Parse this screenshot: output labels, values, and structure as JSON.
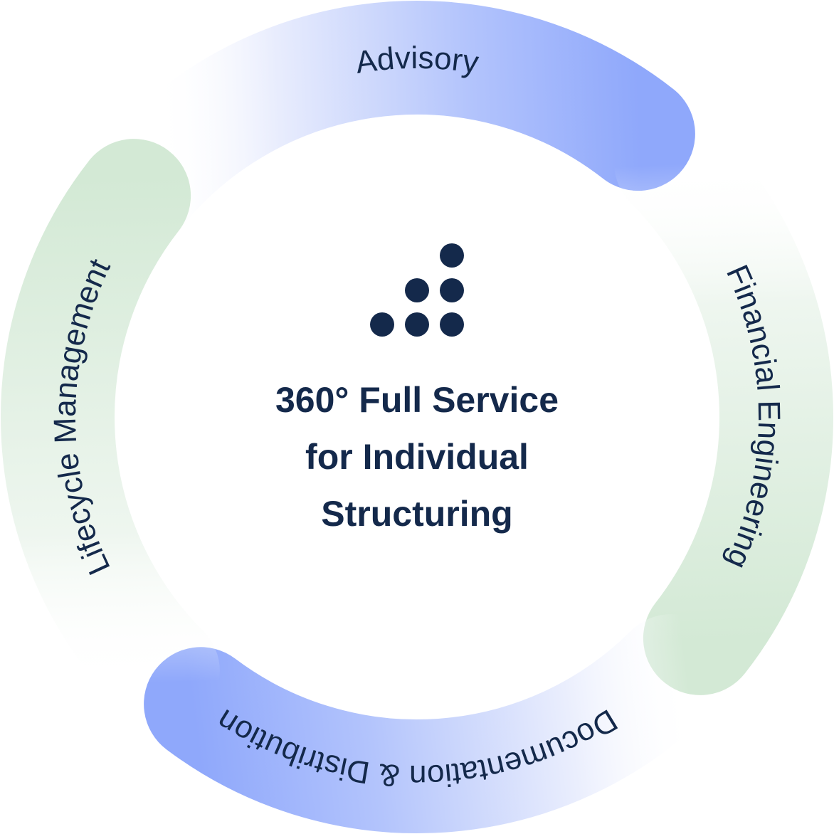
{
  "diagram": {
    "title_lines": [
      "360° Full Service",
      "for Individual",
      "Structuring"
    ],
    "logo_icon": "dot-triangle-logo-icon",
    "segments": [
      {
        "label": "Advisory",
        "color_start": "#ffffff",
        "color_end": "#8fa8fb",
        "text_color": "#14294b"
      },
      {
        "label": "Financial Engineering",
        "color_start": "#ffffff",
        "color_end": "#d3e9d5",
        "text_color": "#14294b"
      },
      {
        "label": "Documentation & Distribution",
        "color_start": "#ffffff",
        "color_end": "#8fa8fb",
        "text_color": "#14294b"
      },
      {
        "label": "Lifecycle Management",
        "color_start": "#ffffff",
        "color_end": "#d3e9d5",
        "text_color": "#14294b"
      }
    ],
    "text_color": "#14294b"
  }
}
